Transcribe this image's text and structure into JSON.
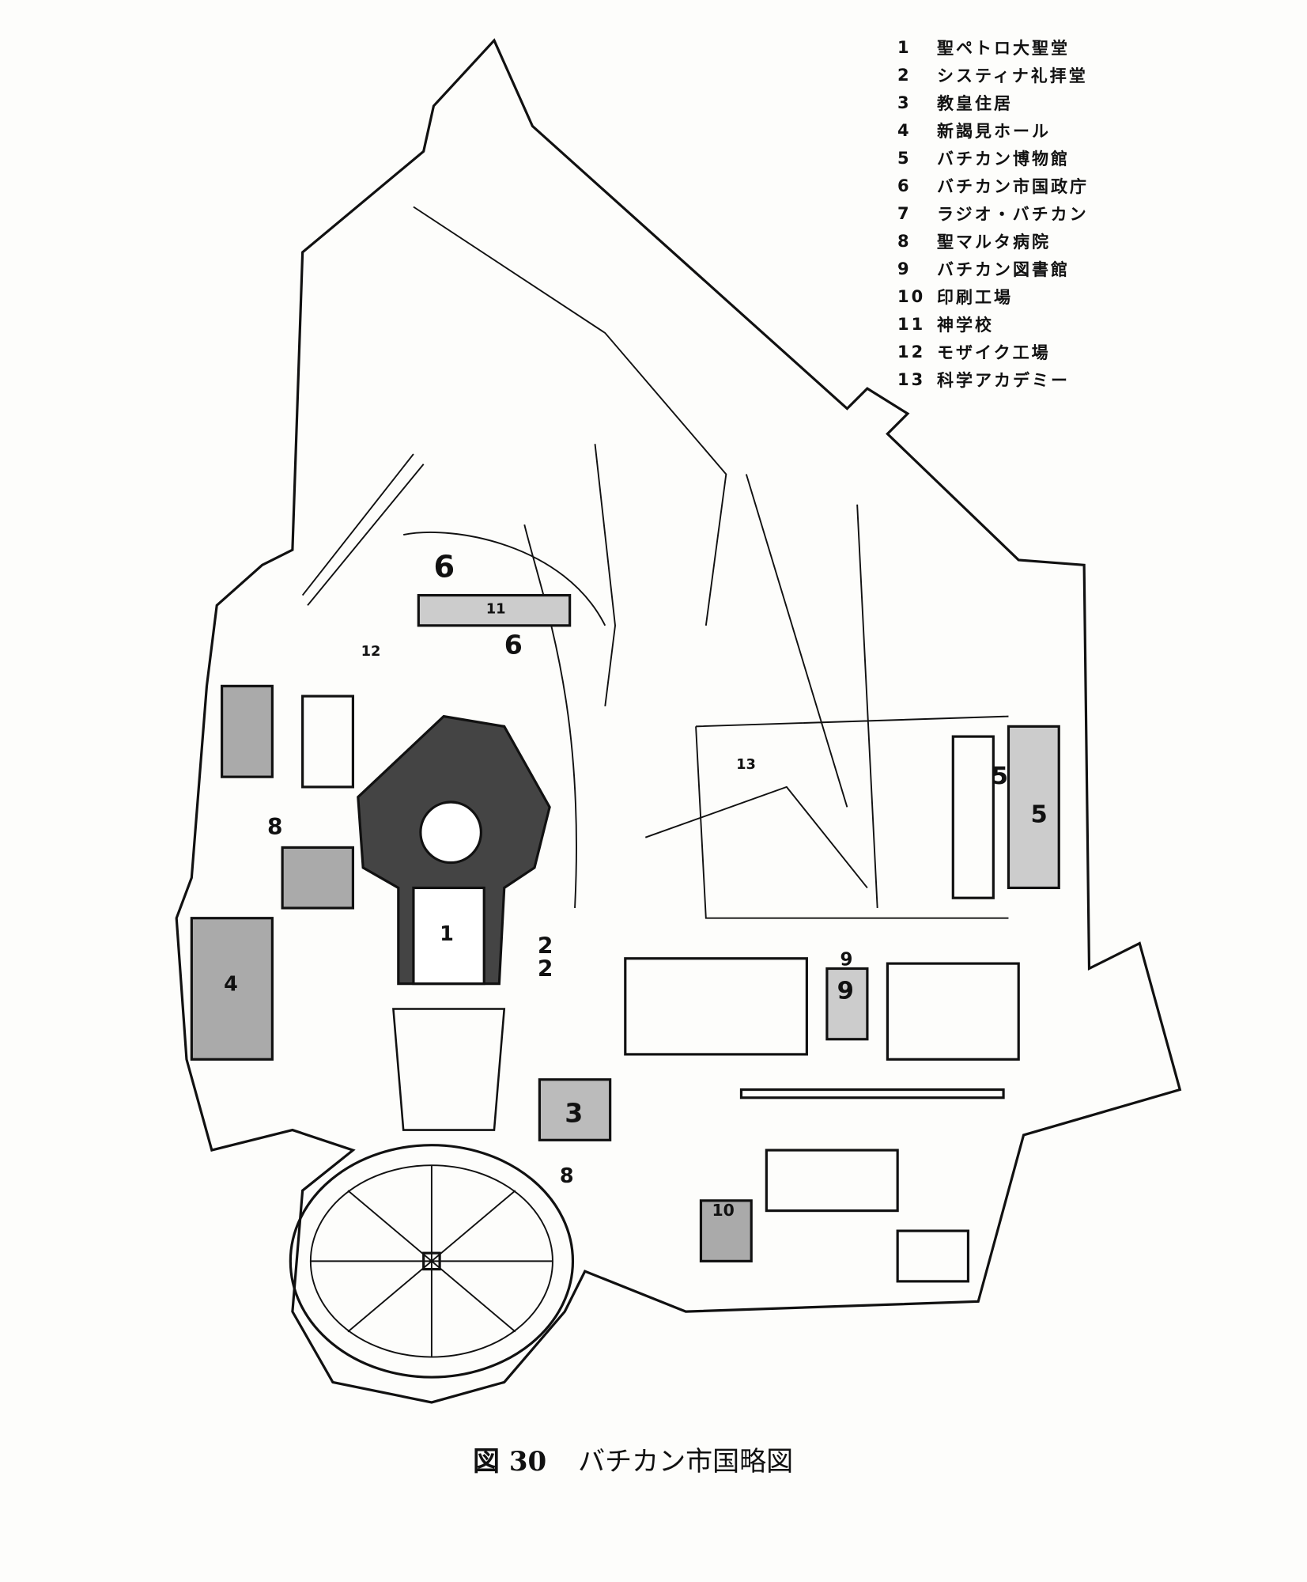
{
  "legend": [
    {
      "num": "1",
      "name": "聖ペトロ大聖堂"
    },
    {
      "num": "2",
      "name": "システィナ礼拝堂"
    },
    {
      "num": "3",
      "name": "教皇住居"
    },
    {
      "num": "4",
      "name": "新謁見ホール"
    },
    {
      "num": "5",
      "name": "バチカン博物館"
    },
    {
      "num": "6",
      "name": "バチカン市国政庁"
    },
    {
      "num": "7",
      "name": "ラジオ・バチカン"
    },
    {
      "num": "8",
      "name": "聖マルタ病院"
    },
    {
      "num": "9",
      "name": "バチカン図書館"
    },
    {
      "num": "10",
      "name": "印刷工場"
    },
    {
      "num": "11",
      "name": "神学校"
    },
    {
      "num": "12",
      "name": "モザイク工場"
    },
    {
      "num": "13",
      "name": "科学アカデミー"
    }
  ],
  "map_labels": {
    "l1": "1",
    "l2a": "2",
    "l2b": "2",
    "l3": "3",
    "l4": "4",
    "l5a": "5",
    "l5b": "5",
    "l6a": "6",
    "l6b": "6",
    "l8a": "8",
    "l8b": "8",
    "l9a": "9",
    "l9b": "9",
    "l10": "10",
    "l11": "11",
    "l12": "12",
    "l13": "13"
  },
  "caption": {
    "figure": "図 30",
    "title": "バチカン市国略図"
  }
}
